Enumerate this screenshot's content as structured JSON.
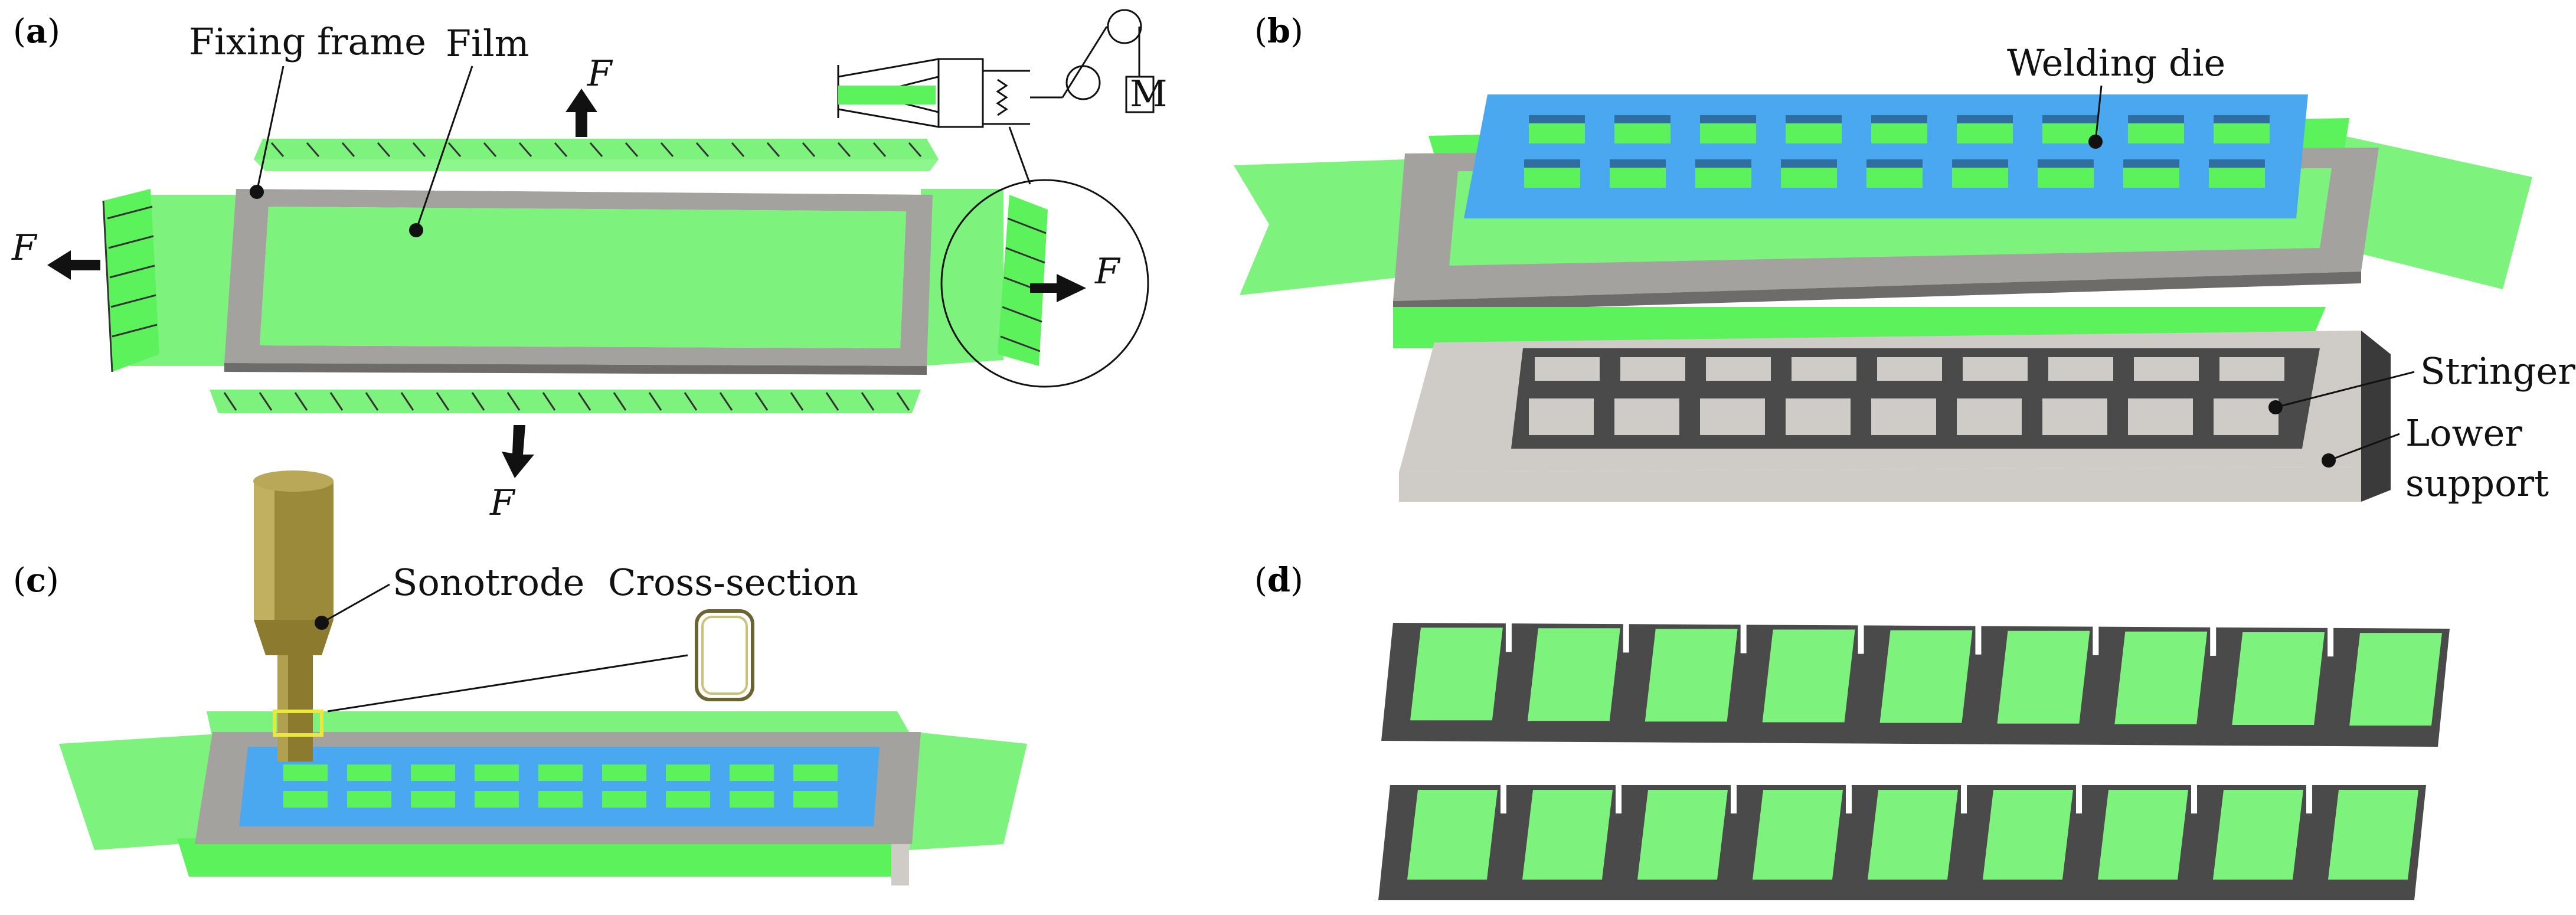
{
  "panels": {
    "a": {
      "label": "a"
    },
    "b": {
      "label": "b"
    },
    "c": {
      "label": "c"
    },
    "d": {
      "label": "d"
    }
  },
  "callouts": {
    "fixing_frame": "Fixing frame",
    "film": "Film",
    "welding_die": "Welding die",
    "stringer": "Stringer",
    "lower_support_line1": "Lower",
    "lower_support_line2": "support",
    "sonotrode": "Sonotrode",
    "cross_section": "Cross-section",
    "motor": "M"
  },
  "force_symbol": "F",
  "colors": {
    "film_green": "#5cf25c",
    "frame_gray": "#a4a29e",
    "die_blue": "#4aa8f0",
    "stringer_dark": "#4a4a4a",
    "support_light_gray": "#cfccc8",
    "sonotrode_gold": "#8c7a2e"
  }
}
